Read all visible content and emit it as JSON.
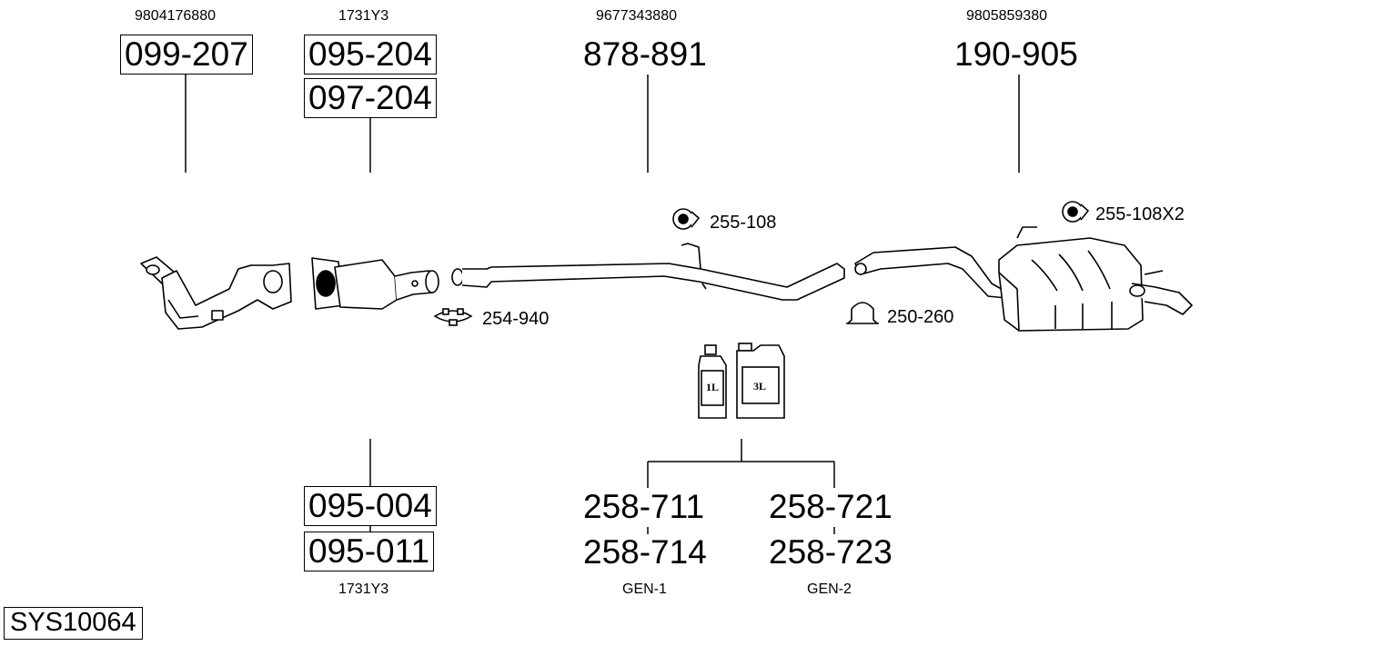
{
  "system_code": "SYS10064",
  "groups": [
    {
      "oe_number": "9804176880",
      "parts": [
        "099-207"
      ]
    },
    {
      "oe_number": "1731Y3",
      "parts": [
        "095-204",
        "097-204"
      ]
    },
    {
      "oe_number": "9677343880",
      "parts": [
        "878-891"
      ]
    },
    {
      "oe_number": "9805859380",
      "parts": [
        "190-905"
      ]
    },
    {
      "oe_number": "1731Y3",
      "parts": [
        "095-004",
        "095-011"
      ]
    },
    {
      "oe_number": "GEN-1",
      "parts": [
        "258-711",
        "258-714"
      ]
    },
    {
      "oe_number": "GEN-2",
      "parts": [
        "258-721",
        "258-723"
      ]
    }
  ],
  "accessories": [
    {
      "part": "255-108",
      "icon": "rubber-hanger-icon"
    },
    {
      "part": "255-108X2",
      "icon": "rubber-hanger-icon"
    },
    {
      "part": "254-940",
      "icon": "band-clamp-icon"
    },
    {
      "part": "250-260",
      "icon": "u-clamp-icon"
    }
  ],
  "containers": [
    {
      "label": "1L",
      "icon": "bottle-1l-icon"
    },
    {
      "label": "3L",
      "icon": "canister-3l-icon"
    }
  ]
}
